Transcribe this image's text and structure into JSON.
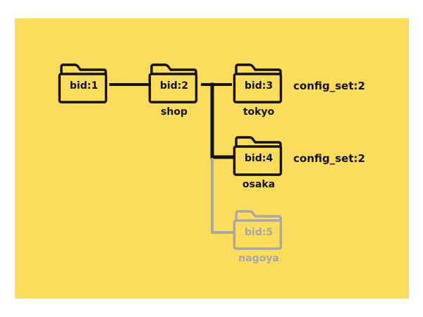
{
  "diagram": {
    "title": "folder-tree-diagram",
    "background_color": "#ffffff",
    "panel_color": "#fcdc5c",
    "line_color": "#121212",
    "ghost_color": "#a8a8a8",
    "nodes": [
      {
        "id": "bid1",
        "label": "bid:1",
        "sublabel": "",
        "annotation": "",
        "state": "active"
      },
      {
        "id": "bid2",
        "label": "bid:2",
        "sublabel": "shop",
        "annotation": "",
        "state": "active"
      },
      {
        "id": "bid3",
        "label": "bid:3",
        "sublabel": "tokyo",
        "annotation": "config_set:2",
        "state": "active"
      },
      {
        "id": "bid4",
        "label": "bid:4",
        "sublabel": "osaka",
        "annotation": "config_set:2",
        "state": "active"
      },
      {
        "id": "bid5",
        "label": "bid:5",
        "sublabel": "nagoya",
        "annotation": "",
        "state": "ghost"
      }
    ]
  }
}
